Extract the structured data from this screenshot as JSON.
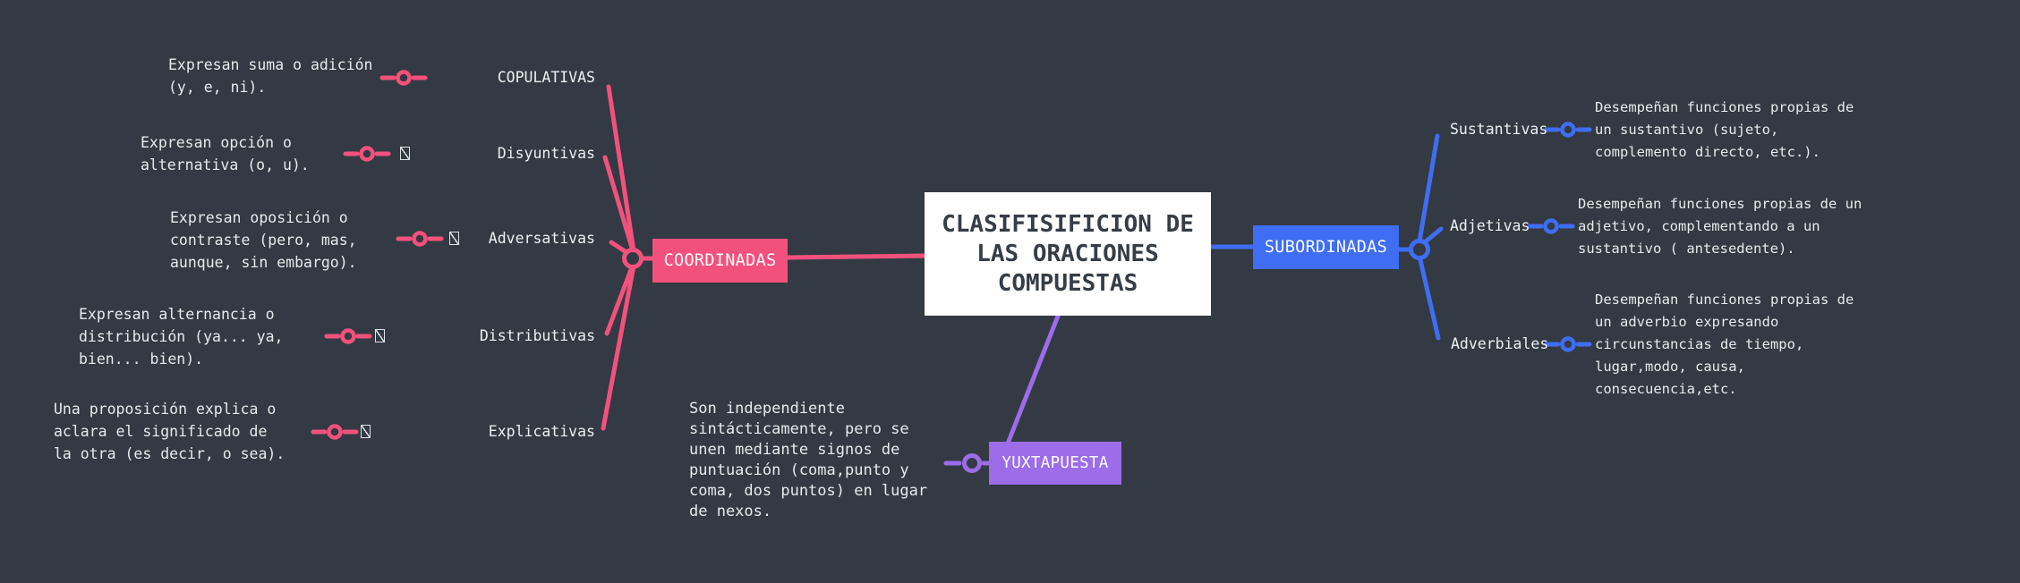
{
  "title": {
    "text": "CLASIFISIFICION DE\nLAS ORACIONES\nCOMPUESTAS"
  },
  "colors": {
    "background": "#333A43",
    "pink": "#F3517D",
    "blue": "#3F6DF3",
    "purple": "#9C6CE9",
    "central_bg": "#FFFFFF",
    "central_text": "#363D46",
    "body_text": "#E7EAED"
  },
  "icons": {
    "junction": "hollow-circle-junction",
    "connector": "line-circle-line-connector",
    "missing_glyph": "tofu-box"
  },
  "coordinadas": {
    "label": "COORDINADAS",
    "children": [
      {
        "label": "COPULATIVAS",
        "desc": "Expresan suma o adición\n(y, e, ni)."
      },
      {
        "label": "Disyuntivas",
        "desc": "Expresan opción o\nalternativa (o, u)."
      },
      {
        "label": "Adversativas",
        "desc": "Expresan oposición o\ncontraste (pero, mas,\naunque, sin embargo)."
      },
      {
        "label": "Distributivas",
        "desc": "Expresan alternancia o\ndistribución (ya... ya,\nbien... bien)."
      },
      {
        "label": "Explicativas",
        "desc": "Una proposición explica o\naclara el significado de\nla otra (es decir, o sea)."
      }
    ]
  },
  "subordinadas": {
    "label": "SUBORDINADAS",
    "children": [
      {
        "label": "Sustantivas",
        "desc": "Desempeñan funciones propias de\nun sustantivo (sujeto,\ncomplemento directo, etc.)."
      },
      {
        "label": "Adjetivas",
        "desc": "Desempeñan funciones propias de un\nadjetivo, complementando a un\nsustantivo ( antesedente)."
      },
      {
        "label": "Adverbiales",
        "desc": "Desempeñan funciones propias de\nun adverbio expresando\ncircunstancias de tiempo,\nlugar,modo, causa,\nconsecuencia,etc."
      }
    ]
  },
  "yuxtapuesta": {
    "label": "YUXTAPUESTA",
    "desc": "Son independiente\nsintácticamente, pero se\nunen mediante signos de\npuntuación (coma,punto y\ncoma, dos puntos) en lugar\nde nexos."
  }
}
